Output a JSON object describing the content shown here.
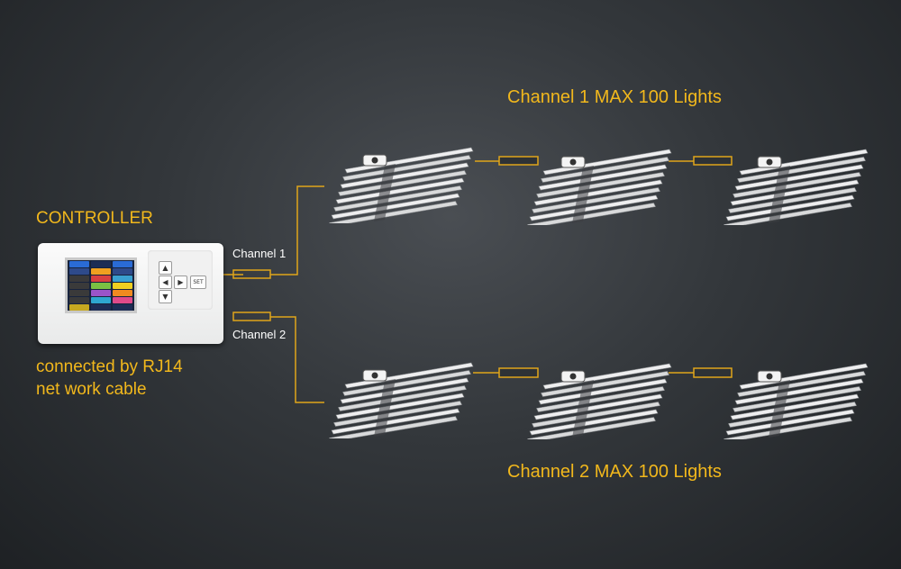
{
  "channel1_title": "Channel 1 MAX 100 Lights",
  "channel2_title": "Channel 2 MAX 100 Lights",
  "controller_title": "CONTROLLER",
  "cable_note_line1": "connected by RJ14",
  "cable_note_line2": "net work cable",
  "channel1_label": "Channel 1",
  "channel2_label": "Channel 2",
  "controller_keys": {
    "up": "▲",
    "down": "▼",
    "left": "◀",
    "right": "▶",
    "set": "SET"
  },
  "colors": {
    "accent": "#f2b81c",
    "wire": "#e0a51a",
    "label": "#ffffff"
  }
}
